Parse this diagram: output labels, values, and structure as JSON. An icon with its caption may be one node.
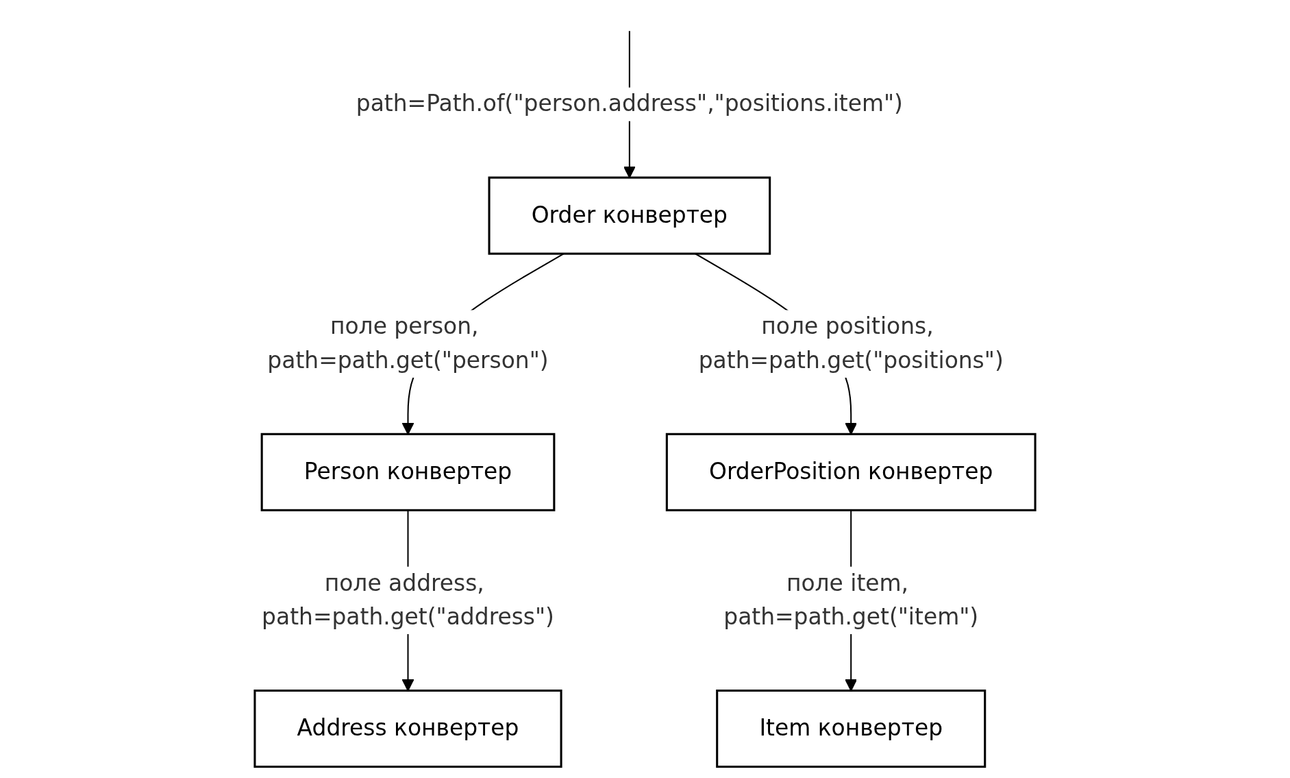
{
  "diagram": {
    "nodes": [
      {
        "text": [
          "Order конвертер"
        ]
      },
      {
        "text": [
          "Person конвертер"
        ]
      },
      {
        "text": [
          "OrderPosition конвертер"
        ]
      },
      {
        "text": [
          "Address конвертер"
        ]
      },
      {
        "text": [
          "Item конвертер"
        ]
      }
    ],
    "edges": [
      {
        "from": null,
        "to": 0,
        "arrow": "to",
        "label": "path=Path.of(\"person.address\",\"positions.item\")"
      },
      {
        "from": 0,
        "to": 1,
        "arrow": "to",
        "label": "поле person, path=path.get(\"person\")"
      },
      {
        "from": 0,
        "to": 2,
        "arrow": "to",
        "label": "поле positions, path=path.get(\"positions\")"
      },
      {
        "from": 1,
        "to": 3,
        "arrow": "to",
        "label": "поле address, path=path.get(\"address\")"
      },
      {
        "from": 2,
        "to": 4,
        "arrow": "to",
        "label": "поле item, path=path.get(\"item\")"
      }
    ]
  }
}
